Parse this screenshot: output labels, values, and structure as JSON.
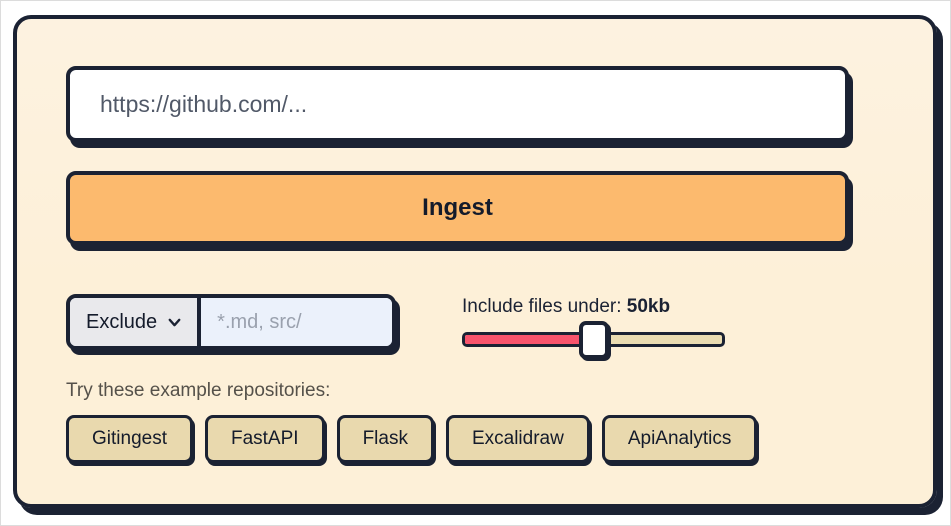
{
  "colors": {
    "dark": "#1b2233",
    "card-bg": "#fdf0d8",
    "accent-orange": "#fcba6e",
    "slider-red": "#f8546c",
    "slider-track": "#eadcb2",
    "example-bg": "#e9d9ae",
    "pattern-input-bg": "#ebf1fb",
    "select-bg": "#e9e9ec"
  },
  "url_form": {
    "placeholder": "https://github.com/...",
    "submit_label": "Ingest"
  },
  "pattern_filter": {
    "mode_selected": "Exclude",
    "placeholder": "*.md, src/"
  },
  "size_slider": {
    "label": "Include files under:",
    "value": "50kb",
    "percent": 50
  },
  "examples": {
    "heading": "Try these example repositories:",
    "repos": [
      "Gitingest",
      "FastAPI",
      "Flask",
      "Excalidraw",
      "ApiAnalytics"
    ]
  }
}
